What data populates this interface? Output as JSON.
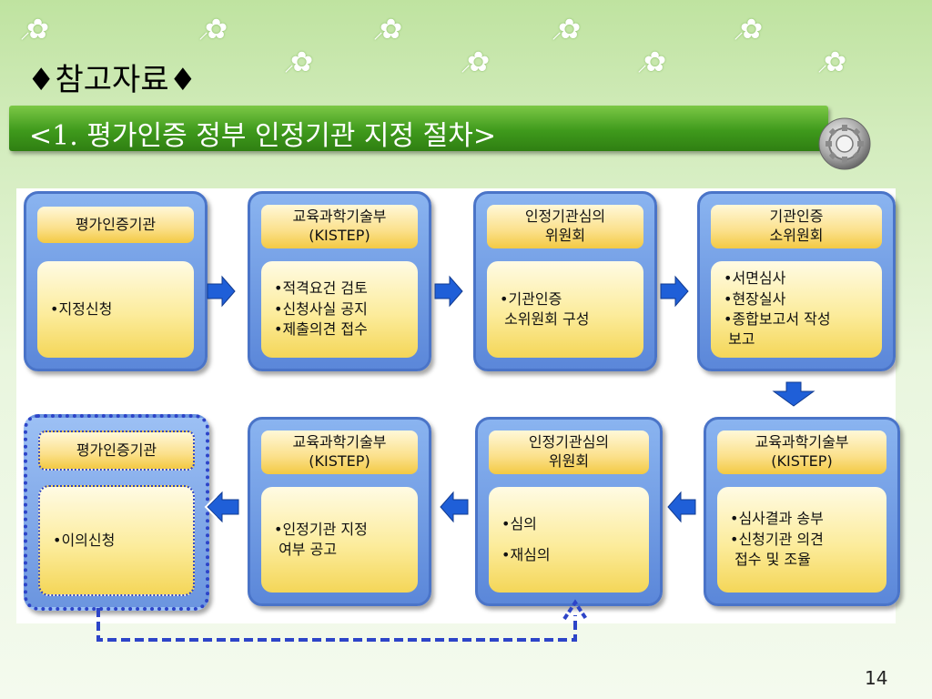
{
  "heading": "♦참고자료♦",
  "title": "<1. 평가인증 정부 인정기관 지정 절차>",
  "page_number": "14",
  "deco_icon": "flower-icon",
  "steps": [
    {
      "header": [
        "평가인증기관"
      ],
      "body": [
        "•지정신청"
      ]
    },
    {
      "header": [
        "교육과학기술부",
        "(KISTEP)"
      ],
      "body": [
        "•적격요건 검토",
        "•신청사실 공지",
        "•제출의견 접수"
      ]
    },
    {
      "header": [
        "인정기관심의",
        "위원회"
      ],
      "body": [
        "•기관인증",
        " 소위원회 구성"
      ]
    },
    {
      "header": [
        "기관인증",
        "소위원회"
      ],
      "body": [
        "•서면심사",
        "•현장실사",
        "•종합보고서 작성",
        " 보고"
      ]
    },
    {
      "header": [
        "교육과학기술부",
        "(KISTEP)"
      ],
      "body": [
        "•심사결과 송부",
        "•신청기관 의견",
        " 접수 및 조율"
      ]
    },
    {
      "header": [
        "인정기관심의",
        "위원회"
      ],
      "body": [
        "•심의",
        "•재심의"
      ]
    },
    {
      "header": [
        "교육과학기술부",
        "(KISTEP)"
      ],
      "body": [
        "•인정기관 지정",
        " 여부 공고"
      ]
    },
    {
      "header": [
        "평가인증기관"
      ],
      "body": [
        "•이의신청"
      ]
    }
  ],
  "colors": {
    "title_bar": "#3f9a1c",
    "arrow": "#1f5fd8",
    "dashed_line": "#2d44c8"
  }
}
